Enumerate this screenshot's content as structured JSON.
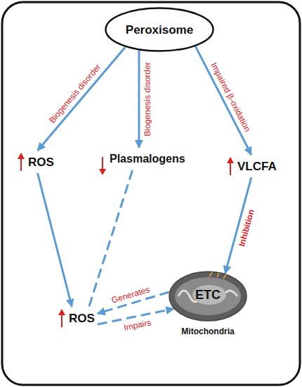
{
  "diagram": {
    "nodes": [
      {
        "text": [
          "Peroxisome"
        ]
      },
      {
        "text": [
          "ROS"
        ]
      },
      {
        "text": [
          "Plasmalogens"
        ]
      },
      {
        "text": [
          "VLCFA"
        ]
      },
      {
        "text": [
          "ROS"
        ]
      },
      {
        "text": [
          "ETC",
          "Mitochondria"
        ]
      }
    ],
    "edges": [
      {
        "from": 0,
        "to": 1,
        "arrow": "to",
        "label": "Biogenesis disorder"
      },
      {
        "from": 0,
        "to": 2,
        "arrow": "to",
        "label": "Biogenesis disorder"
      },
      {
        "from": 0,
        "to": 3,
        "arrow": "to",
        "label": "Impaired β-oxidation"
      },
      {
        "from": 1,
        "to": 4,
        "arrow": "to"
      },
      {
        "from": 2,
        "to": 4,
        "arrow": "none"
      },
      {
        "from": 3,
        "to": 5,
        "arrow": "to",
        "label": "Inhibition"
      },
      {
        "from": 5,
        "to": 4,
        "arrow": "to",
        "label": "Generates"
      },
      {
        "from": 4,
        "to": 5,
        "arrow": "to",
        "label": "Impairs"
      }
    ]
  }
}
